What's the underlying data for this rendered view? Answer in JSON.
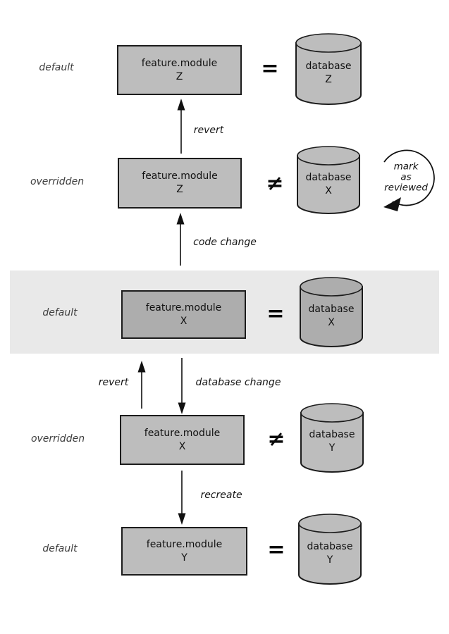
{
  "diagram": {
    "rows": [
      {
        "state": "default",
        "module_name": "feature.module",
        "module_id": "Z",
        "relation": "=",
        "database_name": "database",
        "database_id": "Z"
      },
      {
        "state": "overridden",
        "module_name": "feature.module",
        "module_id": "Z",
        "relation": "≠",
        "database_name": "database",
        "database_id": "X"
      },
      {
        "state": "default",
        "module_name": "feature.module",
        "module_id": "X",
        "relation": "=",
        "database_name": "database",
        "database_id": "X"
      },
      {
        "state": "overridden",
        "module_name": "feature.module",
        "module_id": "X",
        "relation": "≠",
        "database_name": "database",
        "database_id": "Y"
      },
      {
        "state": "default",
        "module_name": "feature.module",
        "module_id": "Y",
        "relation": "=",
        "database_name": "database",
        "database_id": "Y"
      }
    ],
    "transitions": {
      "revert_top": "revert",
      "code_change": "code change",
      "revert_mid": "revert",
      "database_change": "database change",
      "recreate": "recreate",
      "mark_as_reviewed_line1": "mark",
      "mark_as_reviewed_line2": "as",
      "mark_as_reviewed_line3": "reviewed"
    },
    "colors": {
      "background": "#ffffff",
      "shape_fill": "#bdbdbd",
      "shape_fill_highlighted": "#adadad",
      "highlight_band": "#e9e9e9",
      "stroke": "#1c1c1c"
    }
  }
}
